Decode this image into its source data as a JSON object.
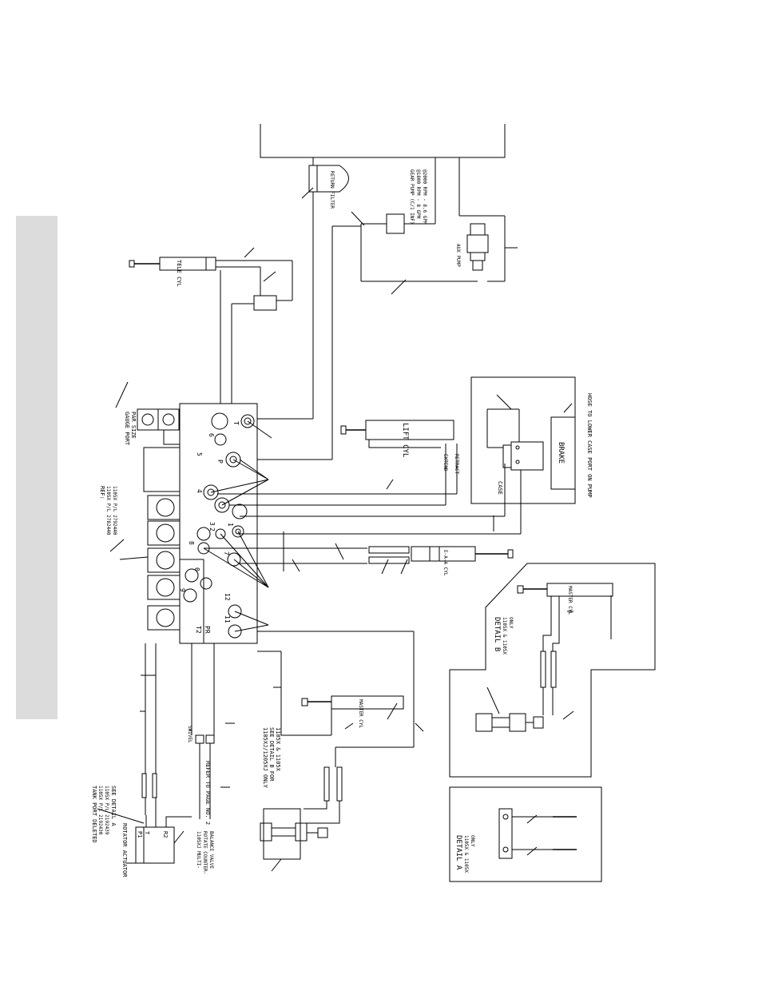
{
  "return_filter": "RETURN\nFILTER",
  "gear_pump": [
    "GEAR PUMP (C/1 INF)",
    "@1800 RPM - 8 GPM",
    "@2000 RPM - 8.6 GPM"
  ],
  "aux_pump": "AUX PUMP",
  "tele_cyl": "TELE CYL",
  "lift_cyl": "LIFT CYL",
  "extend": "EXTEND",
  "retract": "RETRACT",
  "brake": "BRAKE",
  "case": "CASE",
  "hose_note": "HOSE TO LOWER CASE PORT ON PUMP",
  "gauge_port": [
    "GAUGE PORT",
    "PAR SIZE"
  ],
  "ref": [
    "REF:",
    "1105X P/L 2782440",
    "1105X P/L 2792440"
  ],
  "eaa_cyl": "E-A-A CYL",
  "master_cyl_detail": "MASTER CYL",
  "detail_b": [
    "DETAIL B",
    "1105X & 1105X",
    "ONLY"
  ],
  "master_cyl_main": "MASTER CYL",
  "note_1105xj": [
    "1105XJ/1205XJ ONLY",
    "SEE DETAIL B FOR",
    "1105X & 1105X"
  ],
  "detail_a": [
    "DETAIL A",
    "1105X & 1105X",
    "ONLY"
  ],
  "swivel": "SWIVEL",
  "refer_page": "REFER TO PAGE NO. 2",
  "tank_port": [
    "TANK PORT DELETED",
    "1105X P/L 2192430",
    "1105X P/L 2192439",
    "SEE DETAIL A"
  ],
  "rotator_actuator": "ROTATOR ACTUATOR",
  "rotate_valve": [
    "1105XJ MULTI-",
    "ROTATE COUNTER-",
    "BALANCE VALVE"
  ],
  "port_labels": [
    "5",
    "6",
    "P",
    "T",
    "4",
    "3",
    "2",
    "1",
    "8",
    "7",
    "0",
    "9",
    "12",
    "11",
    "T2",
    "PR"
  ],
  "block_labels": [
    "T",
    "R2",
    "P1"
  ]
}
